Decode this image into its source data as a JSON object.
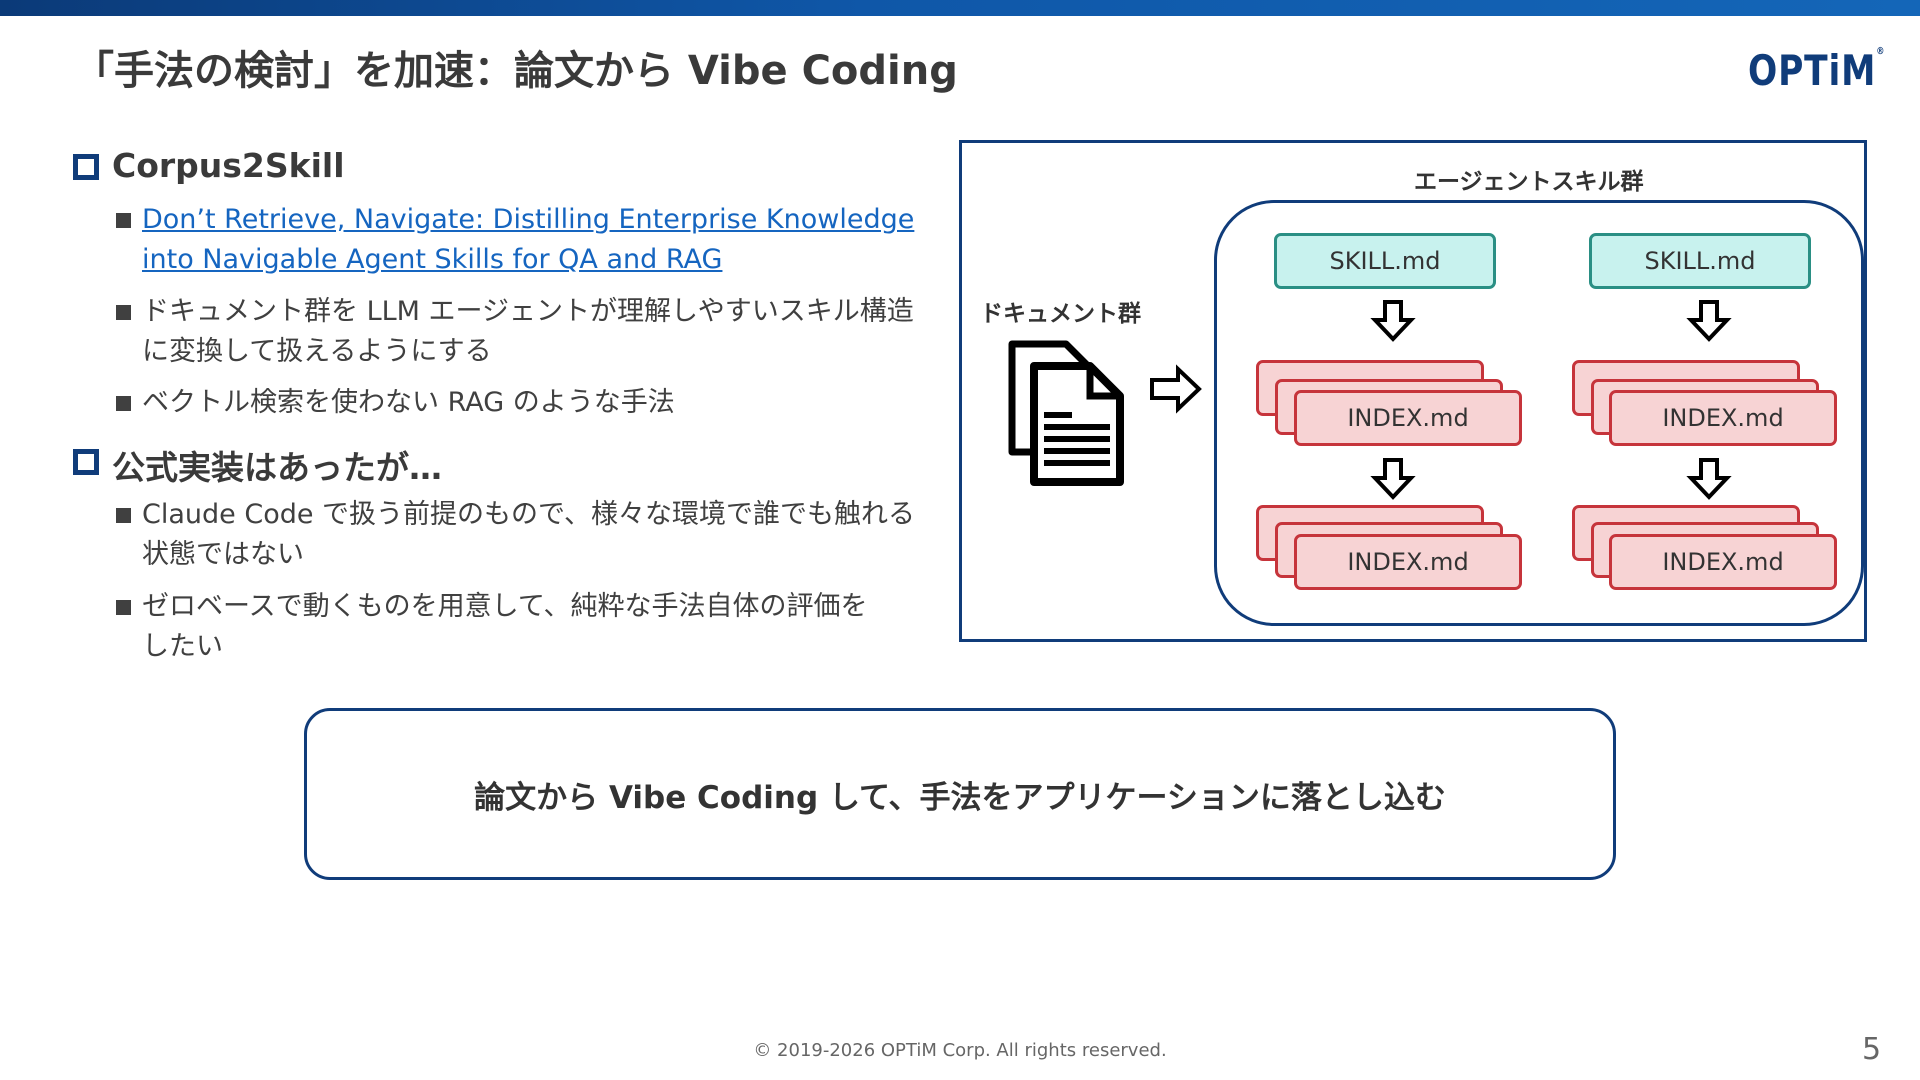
{
  "slide": {
    "title": "「手法の検討」を加速：論文から Vibe Coding",
    "logo": "OPTiM",
    "logo_mark": "®"
  },
  "sections": [
    {
      "heading": "Corpus2Skill",
      "bullets": [
        {
          "lines": [
            "Don’t Retrieve, Navigate: Distilling Enterprise Knowledge",
            "into Navigable Agent Skills for QA and RAG"
          ],
          "is_link": true
        },
        {
          "lines": [
            "ドキュメント群を LLM エージェントが理解しやすいスキル構造",
            "に変換して扱えるようにする"
          ]
        },
        {
          "lines": [
            "ベクトル検索を使わない RAG のような手法"
          ]
        }
      ]
    },
    {
      "heading": "公式実装はあったが…",
      "bullets": [
        {
          "lines": [
            "Claude Code で扱う前提のもので、様々な環境で誰でも触れる",
            "状態ではない"
          ]
        },
        {
          "lines": [
            "ゼロベースで動くものを用意して、純粋な手法自体の評価を",
            "したい"
          ]
        }
      ]
    }
  ],
  "diagram": {
    "docs_label": "ドキュメント群",
    "skills_label": "エージェントスキル群",
    "skill_file": "SKILL.md",
    "index_file": "INDEX.md",
    "document_icon": "documents-icon",
    "arrow_icon": "hollow-arrow-icon",
    "colors": {
      "skill_fill": "#c8f2ee",
      "skill_border": "#2a8f84",
      "index_fill": "#f7d3d4",
      "index_border": "#c6343b",
      "frame": "#103c7a"
    }
  },
  "summary": "論文から Vibe Coding して、手法をアプリケーションに落とし込む",
  "footer": {
    "copyright": "© 2019-2026 OPTiM Corp. All rights reserved.",
    "page": "5"
  }
}
